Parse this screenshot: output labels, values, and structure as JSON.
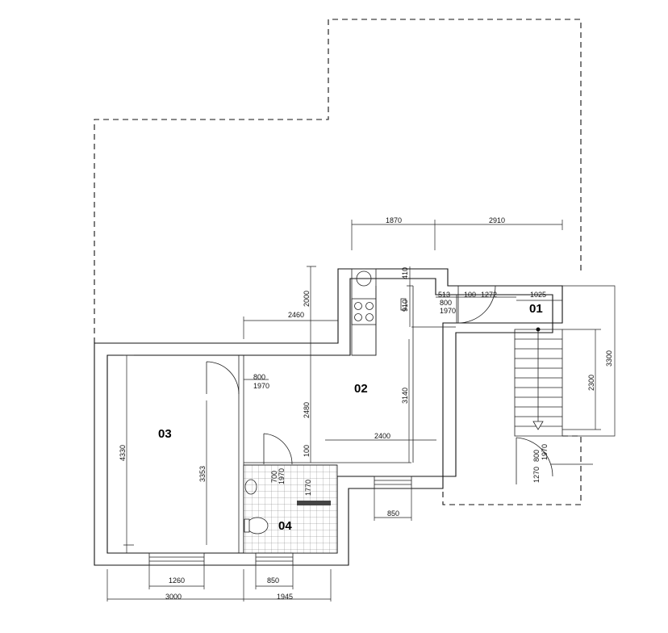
{
  "rooms": {
    "r01": "01",
    "r02": "02",
    "r03": "03",
    "r04": "04"
  },
  "dimensions": {
    "d1870": "1870",
    "d2910": "2910",
    "d410": "410",
    "d2000": "2000",
    "d2460": "2460",
    "d910": "910",
    "d513": "513",
    "d100a": "100",
    "d1272": "1272",
    "d800a": "800",
    "d1970a": "1970",
    "d1025": "1025",
    "d3300": "3300",
    "d2300": "2300",
    "d800b": "800",
    "d1970b": "1970",
    "d2480": "2480",
    "d3140": "3140",
    "d2400": "2400",
    "d4330": "4330",
    "d3353": "3353",
    "d100b": "100",
    "d700": "700",
    "d1970c": "1970",
    "d1770": "1770",
    "d800c": "800",
    "d1970d": "1970",
    "d1270": "1270",
    "d850a": "850",
    "d1260": "1260",
    "d850b": "850",
    "d3000": "3000",
    "d1945": "1945"
  }
}
